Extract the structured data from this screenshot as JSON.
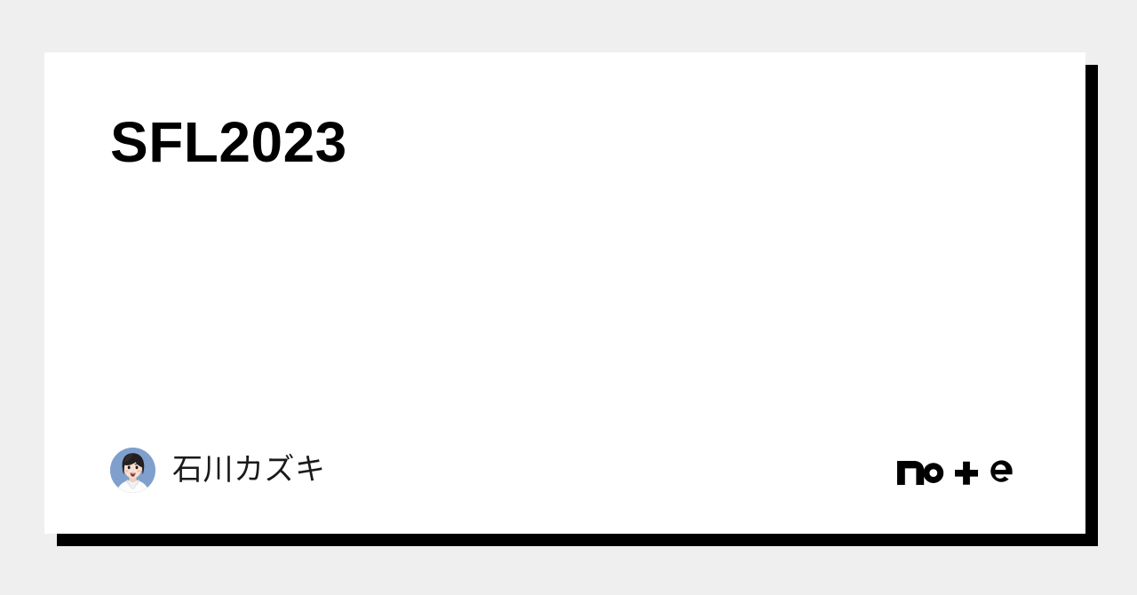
{
  "page": {
    "background_color": "#efefef",
    "card_background_color": "#ffffff",
    "shadow_color": "#000000"
  },
  "card": {
    "title": "SFL2023",
    "title_color": "#000000"
  },
  "footer": {
    "author": {
      "name": "石川カズキ",
      "avatar_alt": "avatar-illustration",
      "avatar_background_color": "#7fa0cc",
      "avatar_hair_color": "#231f20",
      "avatar_skin_color": "#f6ddd0"
    },
    "brand": {
      "name": "note",
      "color": "#000000",
      "glyphs": [
        "n",
        "o",
        "t",
        "e"
      ]
    }
  }
}
